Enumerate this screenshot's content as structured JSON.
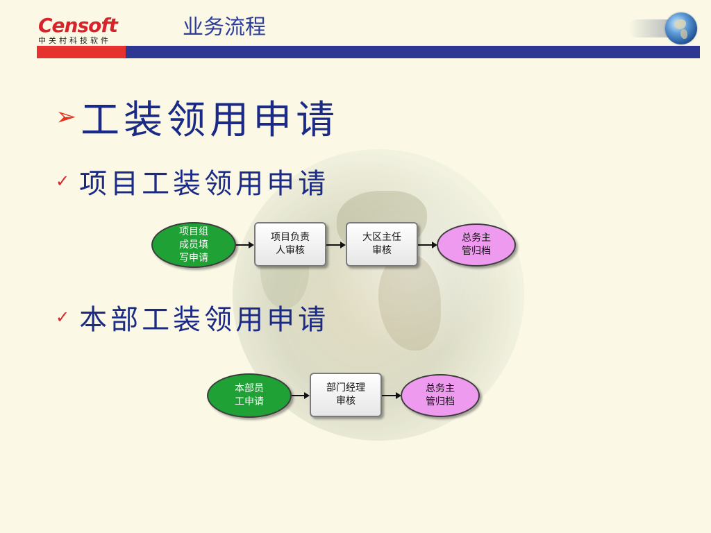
{
  "header": {
    "logo_text": "Censoft",
    "logo_subtitle": "中关村科技软件",
    "title": "业务流程",
    "colors": {
      "logo_red": "#d8232a",
      "bar_red": "#e5322f",
      "bar_blue": "#2e3892",
      "title_blue": "#2c3c9a"
    }
  },
  "section": {
    "title": "工装领用申请",
    "bullet_icon": "arrow-bullet-icon"
  },
  "flow1": {
    "heading": "项目工装领用申请",
    "nodes": [
      {
        "label": "项目组\n成员填\n写申请",
        "shape": "ellipse",
        "color": "#1fa135"
      },
      {
        "label": "项目负责\n人审核",
        "shape": "box",
        "color": "#f0f0f0"
      },
      {
        "label": "大区主任\n审核",
        "shape": "box",
        "color": "#f0f0f0"
      },
      {
        "label": "总务主\n管归档",
        "shape": "ellipse",
        "color": "#ee9aee"
      }
    ]
  },
  "flow2": {
    "heading": "本部工装领用申请",
    "nodes": [
      {
        "label": "本部员\n工申请",
        "shape": "ellipse",
        "color": "#1fa135"
      },
      {
        "label": "部门经理\n审核",
        "shape": "box",
        "color": "#f0f0f0"
      },
      {
        "label": "总务主\n管归档",
        "shape": "ellipse",
        "color": "#ee9aee"
      }
    ]
  }
}
